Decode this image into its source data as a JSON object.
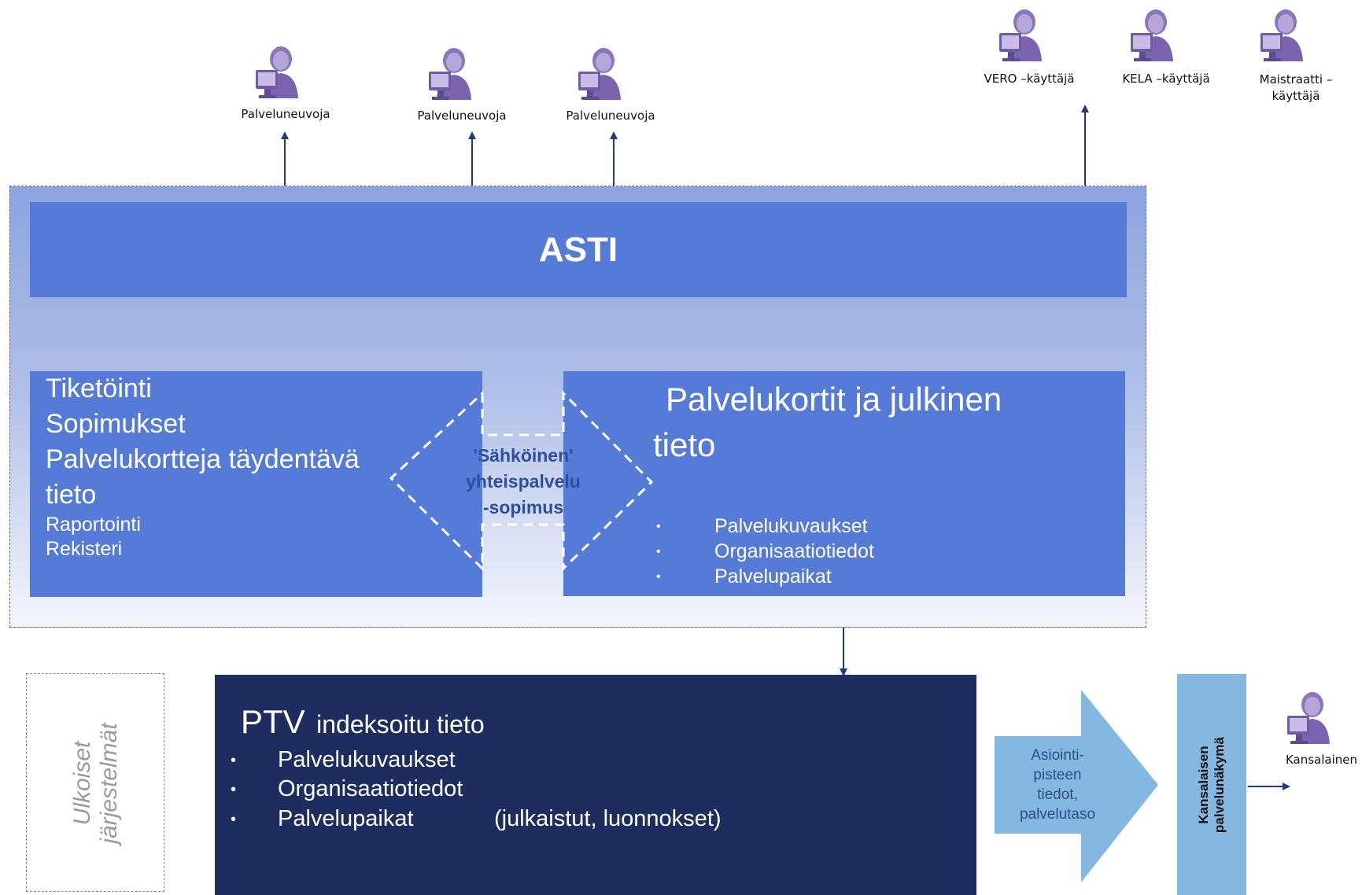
{
  "users": {
    "top_left": [
      "Palveluneuvoja",
      "Palveluneuvoja",
      "Palveluneuvoja"
    ],
    "top_right": [
      "VERO –käyttäjä",
      "KELA –käyttäjä",
      "Maistraatti –\nkäyttäjä"
    ],
    "citizen": "Kansalainen"
  },
  "asti": {
    "title": "ASTI"
  },
  "left_box": {
    "lines_big": [
      "Tiketöinti",
      "Sopimukset",
      "Palvelukortteja täydentävä",
      "tieto"
    ],
    "lines_small": [
      "Raportointi",
      "Rekisteri"
    ]
  },
  "agreement": {
    "lines": [
      "'Sähköinen'",
      "yhteispalvelu",
      "-sopimus"
    ]
  },
  "right_box": {
    "title_line1": "Palvelukortit ja julkinen",
    "title_line2": "tieto",
    "items": [
      "Palvelukuvaukset",
      "Organisaatiotiedot",
      "Palvelupaikat"
    ]
  },
  "ptv": {
    "title": "PTV",
    "subtitle": "indeksoitu tieto",
    "items": [
      "Palvelukuvaukset",
      "Organisaatiotiedot",
      "Palvelupaikat"
    ],
    "note": "(julkaistut, luonnokset)"
  },
  "external": {
    "line1": "Ulkoiset",
    "line2": "järjestelmät"
  },
  "asiointi": {
    "lines": [
      "Asiointi-",
      "pisteen",
      "tiedot,",
      "palvelutaso"
    ]
  },
  "citizen_view": {
    "line1": "Kansalaisen",
    "line2": "palvelunäkymä"
  },
  "bullet": "•",
  "colors": {
    "box_blue": "#557bd6",
    "ptv_navy": "#1d2d5f",
    "arrow_light_blue": "#84b8e0",
    "connector": "#1f3c78",
    "user_icon": "#8a76b8"
  }
}
